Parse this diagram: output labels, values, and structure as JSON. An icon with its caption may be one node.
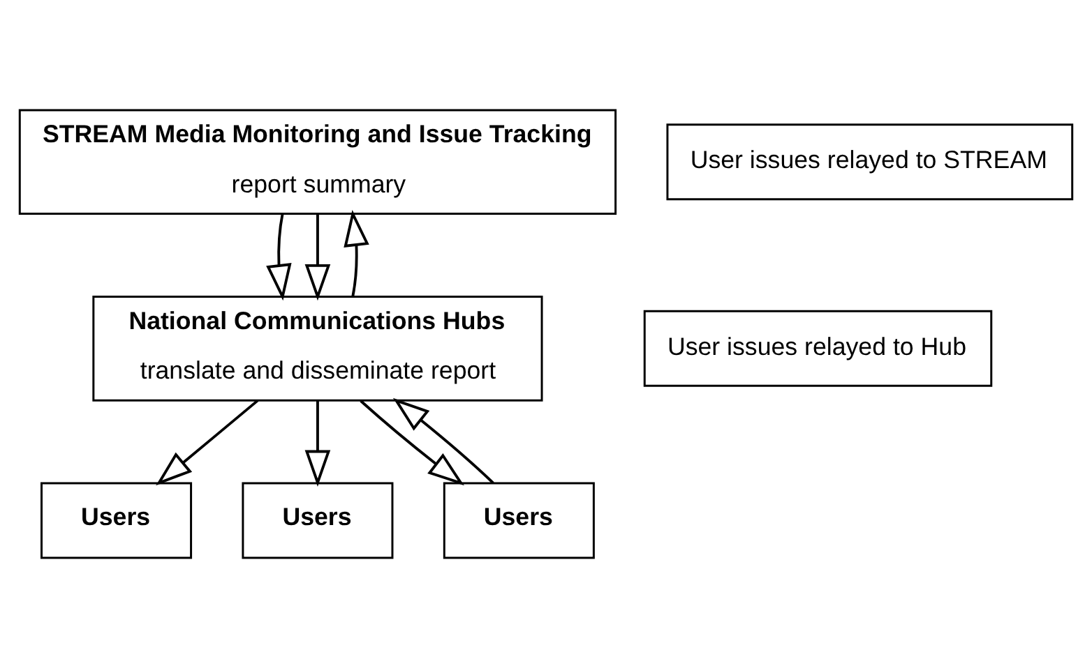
{
  "diagram": {
    "nodes": [
      {
        "text": [
          "STREAM Media Monitoring and Issue Tracking",
          "report summary"
        ]
      },
      {
        "text": [
          "National Communications Hubs",
          "translate and disseminate report"
        ]
      },
      {
        "text": [
          "Users"
        ]
      },
      {
        "text": [
          "Users"
        ]
      },
      {
        "text": [
          "Users"
        ]
      },
      {
        "text": [
          "User issues relayed to STREAM"
        ]
      },
      {
        "text": [
          "User issues relayed to Hub"
        ]
      }
    ],
    "edges": [
      {
        "from": 0,
        "to": 1,
        "arrow": "to"
      },
      {
        "from": 0,
        "to": 1,
        "arrow": "to"
      },
      {
        "from": 1,
        "to": 2,
        "arrow": "to"
      },
      {
        "from": 1,
        "to": 3,
        "arrow": "to"
      },
      {
        "from": 1,
        "to": 4,
        "arrow": "to"
      },
      {
        "from": 1,
        "to": 0,
        "arrow": "to"
      },
      {
        "from": 4,
        "to": 1,
        "arrow": "to"
      }
    ]
  }
}
